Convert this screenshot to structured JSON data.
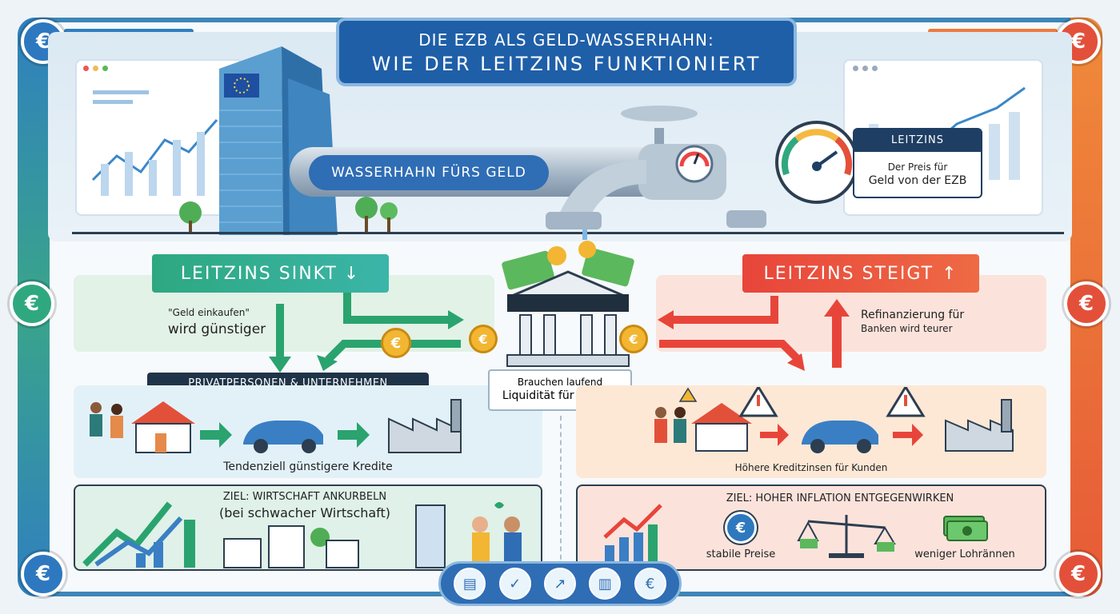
{
  "title": {
    "line1": "DIE EZB ALS GELD-WASSERHAHN:",
    "line2": "WIE DER LEITZINS FUNKTIONIERT"
  },
  "pipe_label": "WASSERHAHN FÜRS GELD",
  "rate_box": {
    "heading": "LEITZINS",
    "line1": "Der Preis für",
    "line2": "Geld von der EZB"
  },
  "left": {
    "banner": "LEITZINS SINKT",
    "banner_icon": "↓",
    "effect_line1": "\"Geld einkaufen\"",
    "effect_line2": "wird günstiger",
    "people_tag": "PRIVATPERSONEN & UNTERNEHMEN",
    "credit_caption": "Tendenziell günstigere Kredite",
    "goal_line1": "ZIEL: WIRTSCHAFT ANKURBELN",
    "goal_line2": "(bei schwacher Wirtschaft)"
  },
  "middle": {
    "label_line1": "Brauchen laufend",
    "label_line2": "Liquidität für Kredite"
  },
  "right": {
    "banner": "LEITZINS STEIGT",
    "banner_icon": "↑",
    "effect_line1": "Refinanzierung für",
    "effect_line2": "Banken wird teurer",
    "credit_caption": "Höhere Kreditzinsen für Kunden",
    "goal_title": "ZIEL: HOHER INFLATION ENTGEGENWIRKEN",
    "goal_item1": "stabile Preise",
    "goal_item2": "weniger Lohrännen"
  },
  "coin_symbol": "€",
  "colors": {
    "primary_blue": "#2f6db5",
    "dark_navy": "#1f3e63",
    "green": "#2da880",
    "red": "#e8453a"
  }
}
